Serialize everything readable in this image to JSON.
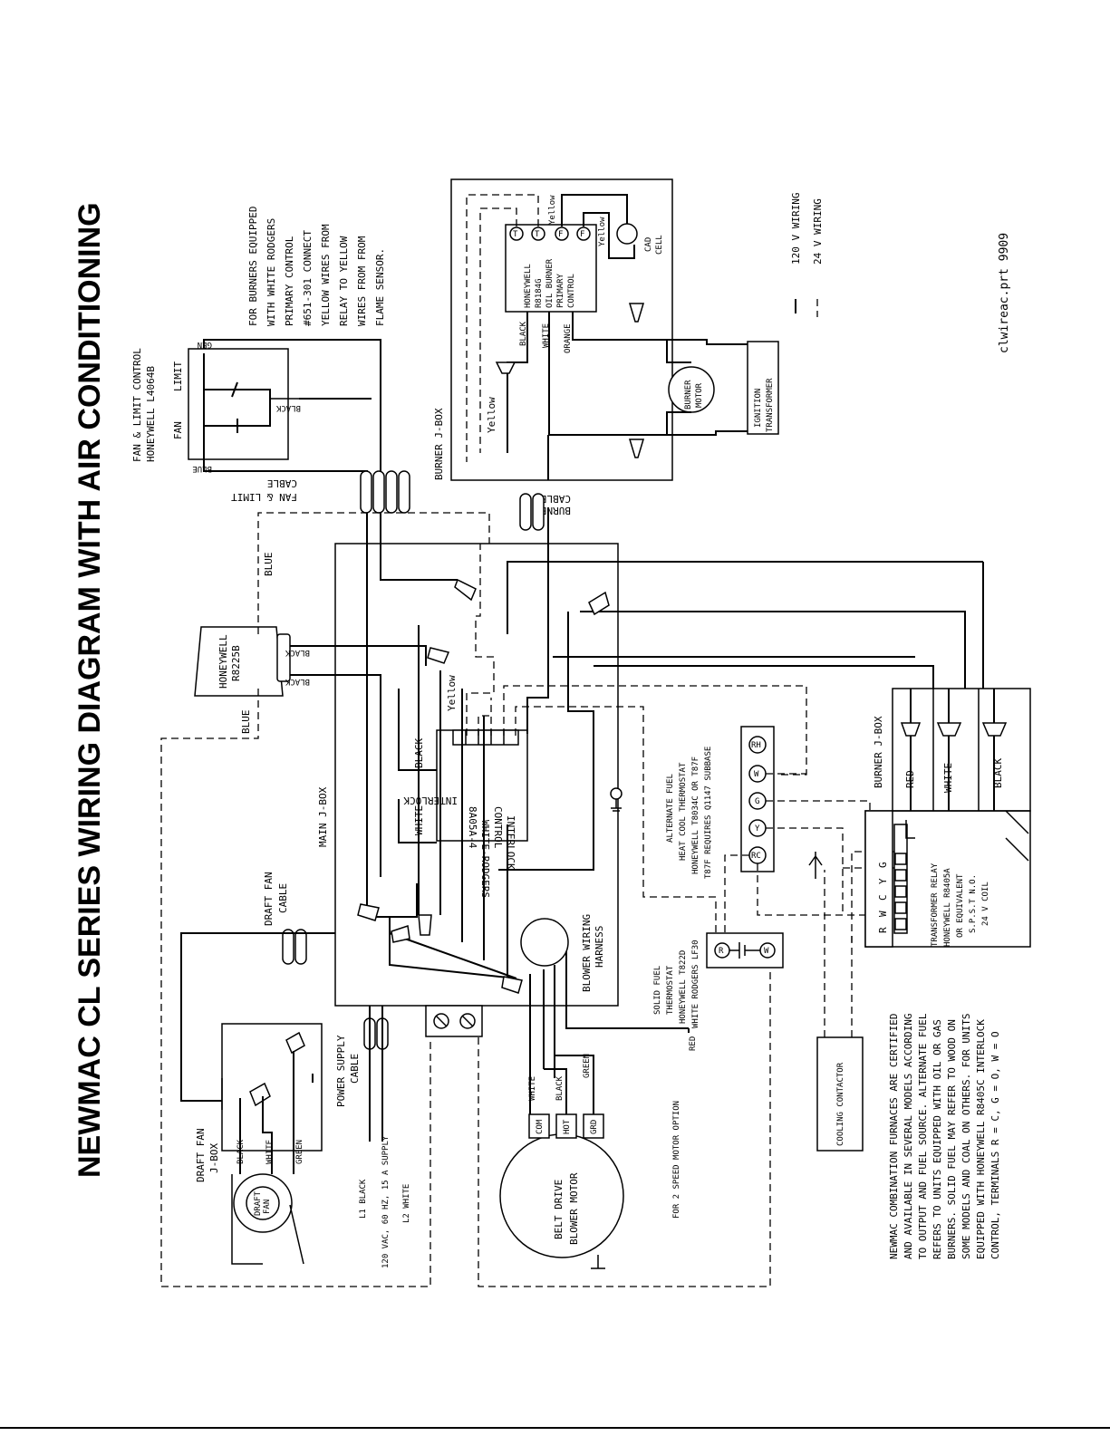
{
  "title": "NEWMAC CL SERIES WIRING DIAGRAM WITH AIR CONDITIONING",
  "file_ref": "clwireac.prt  9909",
  "legend": {
    "solid_label": "120 V  WIRING",
    "dashed_label": "24 V  WIRING"
  },
  "burner_note": {
    "lines": [
      "FOR BURNERS EQUIPPED",
      "WITH WHITE RODGERS",
      "PRIMARY CONTROL",
      "#651-301 CONNECT",
      "YELLOW WIRES FROM",
      "RELAY TO YELLOW",
      "WIRES FROM FROM",
      "FLAME SENSOR."
    ]
  },
  "fan_limit": {
    "title1": "FAN & LIMIT CONTROL",
    "title2": "HONEYWELL L4064B",
    "fan": "FAN",
    "limit": "LIMIT",
    "black": "BLACK",
    "blue": "BLUE",
    "gen": "GEN",
    "cable1": "FAN & LIMIT",
    "cable2": "CABLE"
  },
  "honeywell_r8225b": {
    "line1": "HONEYWELL",
    "line2": "R8225B",
    "black1": "BLACK",
    "black2": "BLACK",
    "blue_a": "BLUE",
    "blue_b": "BLUE"
  },
  "burner_jbox_top": {
    "label": "BURNER J-BOX",
    "primary": [
      "HONEYWELL",
      "R8184G",
      "OIL BURNER",
      "PRIMARY",
      "CONTROL"
    ],
    "terminals": [
      "T",
      "T",
      "F",
      "F"
    ],
    "wire_black": "BLACK",
    "wire_white": "WHITE",
    "wire_orange": "ORANGE",
    "yellow1": "Yellow",
    "yellow2": "Yellow",
    "yellow3": "Yellow",
    "cad1": "CAD",
    "cad2": "CELL",
    "motor1": "BURNER",
    "motor2": "MOTOR",
    "ign1": "IGNITION",
    "ign2": "TRANSFORMER",
    "cable1": "BURNER",
    "cable2": "CABLE"
  },
  "main_jbox": {
    "label": "MAIN J-BOX",
    "interlock": [
      "INTERLOCK",
      "CONTROL",
      "WHITE-RODGERS",
      "8A05A-4"
    ],
    "black": "BLACK",
    "white": "WHITE",
    "yellow": "Yellow",
    "harness1": "BLOWER WIRING",
    "harness2": "HARNESS"
  },
  "draft_fan": {
    "cable1": "DRAFT FAN",
    "cable2": "CABLE",
    "jbox1": "DRAFT FAN",
    "jbox2": "J-BOX",
    "fan1": "DRAFT",
    "fan2": "FAN",
    "black": "BLACK",
    "white": "WHITE",
    "green": "GREEN"
  },
  "power_supply": {
    "cable1": "POWER SUPPLY",
    "cable2": "CABLE",
    "l1": "L1 BLACK",
    "supply": "120 VAC, 60 HZ, 15 A SUPPLY",
    "l2": "L2 WHITE"
  },
  "blower_motor": {
    "line1": "BELT DRIVE",
    "line2": "BLOWER MOTOR",
    "com": "COM",
    "hot": "HOT",
    "grd": "GRD",
    "white": "WHITE",
    "black": "BLACK",
    "green": "GREEN",
    "red": "RED",
    "option": "FOR 2 SPEED MOTOR OPTION"
  },
  "solid_thermostat": [
    "SOLID FUEL",
    "THERMOSTAT",
    "HONEYWELL T822D",
    "WHITE RODGERS LF30"
  ],
  "alt_thermostat": [
    "ALTERNATE FUEL",
    "HEAT COOL THERMOSTAT",
    "HONEYWELL T8034C OR T87F",
    "T87F REQUIRES Q1147 SUBBASE"
  ],
  "thermostat_terminals": [
    "RC",
    "Y",
    "G",
    "W",
    "RH"
  ],
  "transformer_relay": [
    "TRANSFORMER RELAY",
    "HONEYWELL R8405A",
    "OR EQUIVALENT",
    "S.P.S.T  N.O.",
    "24 V COIL"
  ],
  "relay_terminals": [
    "R",
    "W",
    "C",
    "Y",
    "G"
  ],
  "burner_jbox_right": {
    "label": "BURNER J-BOX",
    "red": "RED",
    "white": "WHITE",
    "black": "BLACK"
  },
  "cooling_contactor": "COOLING CONTACTOR",
  "footnote": [
    "NEWMAC COMBINATION FURNACES ARE CERTIFIED",
    "AND AVAILABLE IN SEVERAL MODELS ACCORDING",
    "TO OUTPUT AND FUEL SOURCE.  ALTERNATE FUEL",
    "REFERS TO UNITS EQUIPPED WITH OIL OR GAS",
    "BURNERS.  SOLID FUEL MAY REFER TO WOOD ON",
    "SOME MODELS AND COAL ON OTHERS.  FOR UNITS",
    "EQUIPPED WITH HONEYWELL R8405C INTERLOCK",
    "CONTROL, TERMINALS R = C, G = O, W = O"
  ]
}
